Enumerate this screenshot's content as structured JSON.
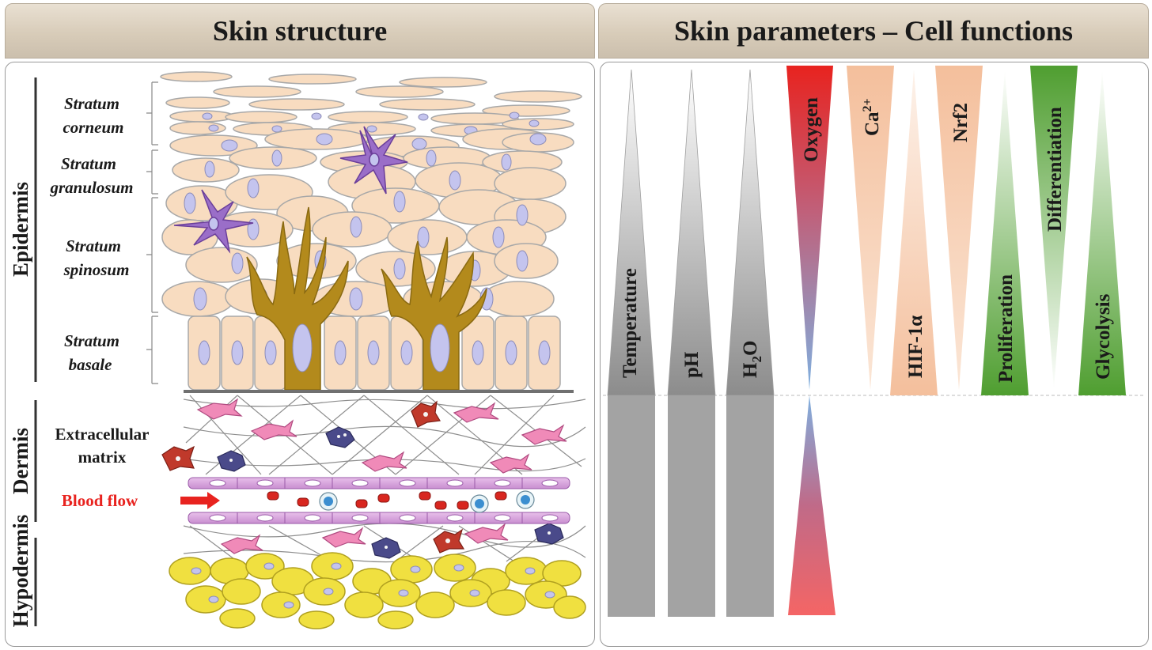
{
  "headers": {
    "left": "Skin structure",
    "right": "Skin parameters – Cell functions"
  },
  "skin_structure": {
    "regions": {
      "epidermis": "Epidermis",
      "dermis": "Dermis",
      "hypodermis": "Hypodermis"
    },
    "layers": {
      "corneum_1": "Stratum",
      "corneum_2": "corneum",
      "granulosum_1": "Stratum",
      "granulosum_2": "granulosum",
      "spinosum_1": "Stratum",
      "spinosum_2": "spinosum",
      "basale_1": "Stratum",
      "basale_2": "basale"
    },
    "extracellular_1": "Extracellular",
    "extracellular_2": "matrix",
    "blood_flow": "Blood flow"
  },
  "parameters": {
    "temperature": "Temperature",
    "ph": "pH",
    "h2o_main": "H",
    "h2o_sub": "2",
    "h2o_end": "O",
    "oxygen": "Oxygen",
    "ca_main": "Ca",
    "ca_sup": "2+",
    "hif": "HIF-1α",
    "nrf2": "Nrf2",
    "proliferation": "Proliferation",
    "differentiation": "Differentiation",
    "glycolysis": "Glycolysis"
  },
  "colors": {
    "header_bg": "#d8ccb9",
    "gray_wedge": "#9e9e9e",
    "oxygen_red": "#e8231f",
    "oxygen_blue": "#7fb0e0",
    "peach": "#f3c4a2",
    "green": "#5fa83f",
    "cell_fill": "#f8dcc0",
    "nucleus": "#c4c4ee",
    "melanocyte": "#b38a1c",
    "langerhans": "#9a6ec8",
    "fat": "#f0e040",
    "blood_red": "#e8231f"
  }
}
